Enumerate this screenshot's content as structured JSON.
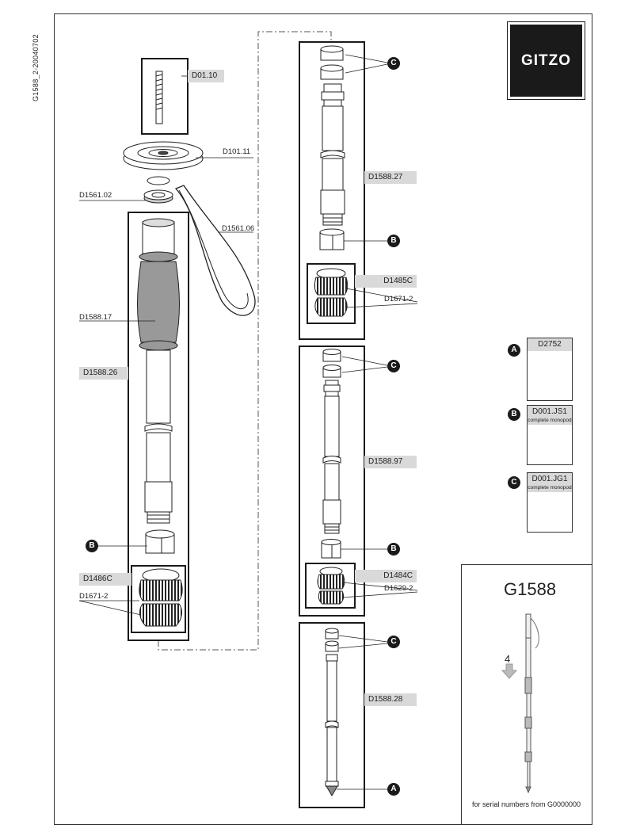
{
  "doc_id": "G1588_2-20040702",
  "logo": "GITZO",
  "model": "G1588",
  "serial_note": "for serial numbers from G0000000",
  "step_number": "4",
  "parts": {
    "d0110": "D01.10",
    "d10111": "D101.11",
    "d156102": "D1561.02",
    "d156106": "D1561.06",
    "d158817": "D1588.17",
    "d158826": "D1588.26",
    "d1486c": "D1486C",
    "d16712_left": "D1671-2",
    "d158827": "D1588.27",
    "d1485c": "D1485C",
    "d16712_right": "D1671-2",
    "d158897": "D1588.97",
    "d1484c": "D1484C",
    "d16292": "D1629-2",
    "d158828": "D1588.28"
  },
  "callouts": {
    "a": "A",
    "b": "B",
    "c": "C"
  },
  "legend": {
    "a": {
      "code": "D2752",
      "note": ""
    },
    "b": {
      "code": "D001.JS1",
      "note": "complete monopod"
    },
    "c": {
      "code": "D001.JG1",
      "note": "complete monopod"
    }
  }
}
